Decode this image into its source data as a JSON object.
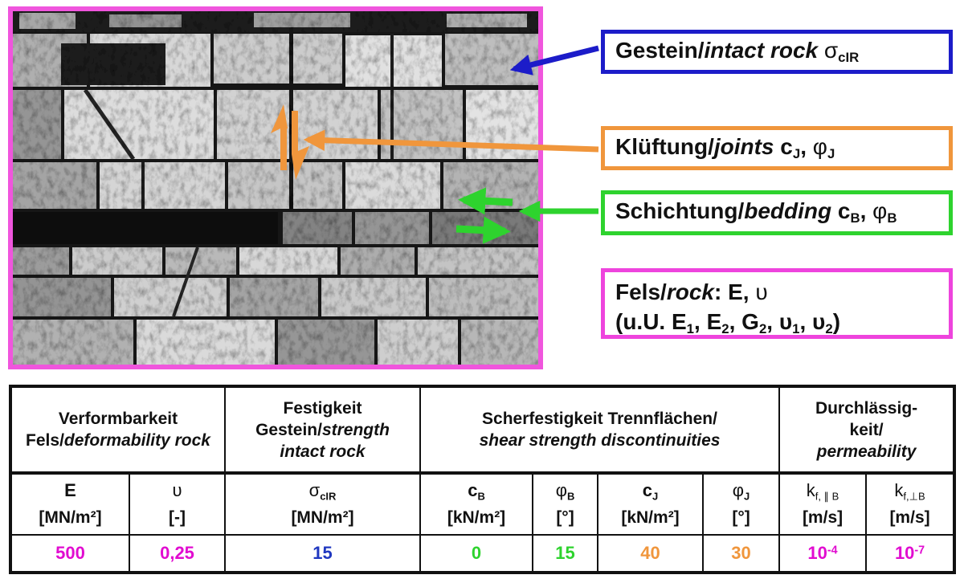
{
  "colors": {
    "photo_border": "#f055dd",
    "callout_blue": "#1c1cc9",
    "callout_orange": "#f0963c",
    "callout_green": "#2ed32e",
    "callout_magenta": "#ee44dd",
    "value_magenta": "#e10cd0",
    "value_blue": "#2038c0",
    "value_green": "#2ed32e",
    "value_orange": "#f0963c"
  },
  "callouts": {
    "intact_rock": {
      "de": "Gestein/",
      "en": "intact rock",
      "sym": " σ",
      "sub": "cIR"
    },
    "joints": {
      "de": "Klüftung/",
      "en": "joints",
      "s1": " c",
      "s1sub": "J",
      "sep": ", ",
      "s2": "φ",
      "s2sub": "J"
    },
    "bedding": {
      "de": "Schichtung/",
      "en": "bedding",
      "s1": " c",
      "s1sub": "B",
      "sep": ", ",
      "s2": "φ",
      "s2sub": "B"
    },
    "rock": {
      "de": "Fels/",
      "en": "rock",
      "rest": ": E, ",
      "rest_sym": "υ",
      "l2a": "(u.U. E",
      "l2a_sub": "1",
      "l2b": ", E",
      "l2b_sub": "2",
      "l2c": ", G",
      "l2c_sub": "2",
      "l2d": ", υ",
      "l2d_sub": "1",
      "l2e": ", υ",
      "l2e_sub": "2",
      "l2f": ")"
    }
  },
  "table": {
    "groups": {
      "deformability": {
        "de1": "Verformbarkeit",
        "de2": "Fels/",
        "en": "deformability rock"
      },
      "strength": {
        "de1": "Festigkeit",
        "de2": "Gestein/",
        "en": "strength intact rock"
      },
      "shear": {
        "de1": "Scherfestigkeit Trennflächen/",
        "en": "shear strength discontinuities"
      },
      "permeability": {
        "de1": "Durchlässig-",
        "de2": "keit/",
        "en": "permeability"
      }
    },
    "columns": [
      {
        "sym": "E",
        "sub": "",
        "unit": "[MN/m²]",
        "value": "500"
      },
      {
        "sym": "υ",
        "sub": "",
        "unit": "[-]",
        "value": "0,25"
      },
      {
        "sym": "σ",
        "sub": "cIR",
        "unit": "[MN/m²]",
        "value": "15"
      },
      {
        "sym": "c",
        "sub": "B",
        "unit": "[kN/m²]",
        "value": "0"
      },
      {
        "sym": "φ",
        "sub": "B",
        "unit": "[°]",
        "value": "15"
      },
      {
        "sym": "c",
        "sub": "J",
        "unit": "[kN/m²]",
        "value": "40"
      },
      {
        "sym": "φ",
        "sub": "J",
        "unit": "[°]",
        "value": "30"
      },
      {
        "sym": "k",
        "sub": "f, ∥ B",
        "unit": "[m/s]",
        "value": "10",
        "exp": "-4"
      },
      {
        "sym": "k",
        "sub": "f,⊥B",
        "unit": "[m/s]",
        "value": "10",
        "exp": "-7"
      }
    ]
  }
}
